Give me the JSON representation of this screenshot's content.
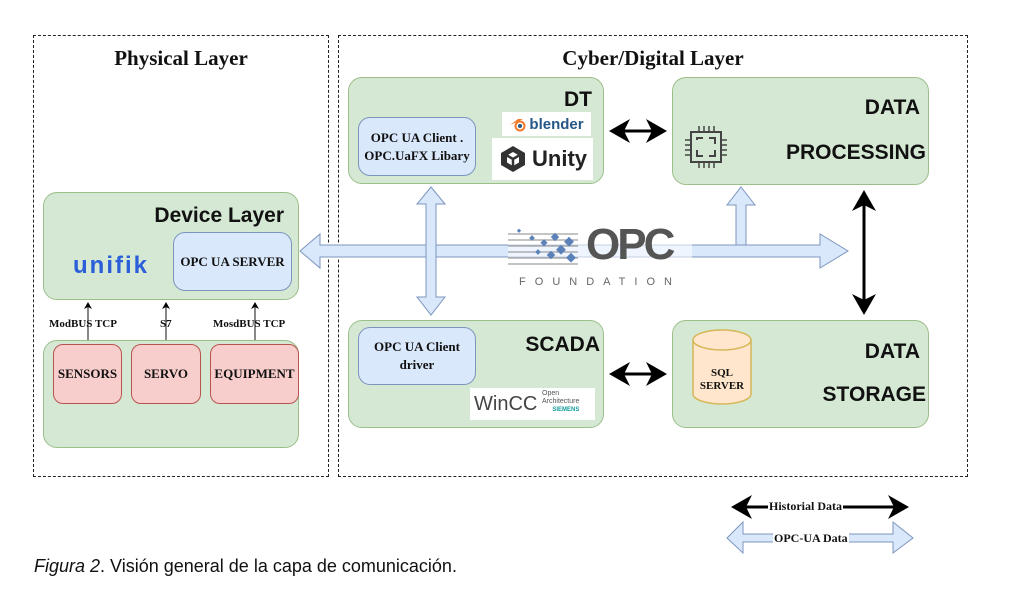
{
  "physical_layer": {
    "title": "Physical Layer",
    "device_layer": {
      "title": "Device Layer",
      "brand": "unifik",
      "server_label": "OPC UA SERVER"
    },
    "protocols": [
      "ModBUS TCP",
      "S7",
      "MosdBUS TCP"
    ],
    "devices": [
      "SENSORS",
      "SERVO",
      "EQUIPMENT"
    ]
  },
  "cyber_layer": {
    "title": "Cyber/Digital Layer",
    "dt": {
      "title": "DT",
      "client_label": "OPC UA Client . OPC.UaFX Libary",
      "client_line1": "OPC UA Client .",
      "client_line2": "OPC.UaFX Libary",
      "logos": [
        "blender",
        "Unity"
      ]
    },
    "data_processing": {
      "title_line1": "DATA",
      "title_line2": "PROCESSING",
      "icon": "cpu-chip-icon"
    },
    "scada": {
      "title": "SCADA",
      "client_line1": "OPC UA Client",
      "client_line2": "driver",
      "logo_main": "WinCC",
      "logo_sub1": "Open",
      "logo_sub2": "Architecture",
      "logo_sub3": "SIEMENS"
    },
    "data_storage": {
      "title_line1": "DATA",
      "title_line2": "STORAGE",
      "db_line1": "SQL",
      "db_line2": "SERVER"
    },
    "bus_logo": {
      "main": "OPC",
      "sub": "FOUNDATION"
    }
  },
  "legend": {
    "items": [
      {
        "label": "Historial Data",
        "style": "black-double-arrow"
      },
      {
        "label": "OPC-UA Data",
        "style": "blue-hollow-double-arrow"
      }
    ]
  },
  "caption": {
    "prefix": "Figura 2",
    "text": ". Visión general de la capa de comunicación."
  },
  "colors": {
    "green_fill": "#d5e8d4",
    "green_stroke": "#9cbf8a",
    "blue_fill": "#dae8fc",
    "blue_stroke": "#7c95bd",
    "red_fill": "#f8cecc",
    "red_stroke": "#b85450",
    "db_fill": "#ffe6cc",
    "db_stroke": "#d6b656"
  }
}
